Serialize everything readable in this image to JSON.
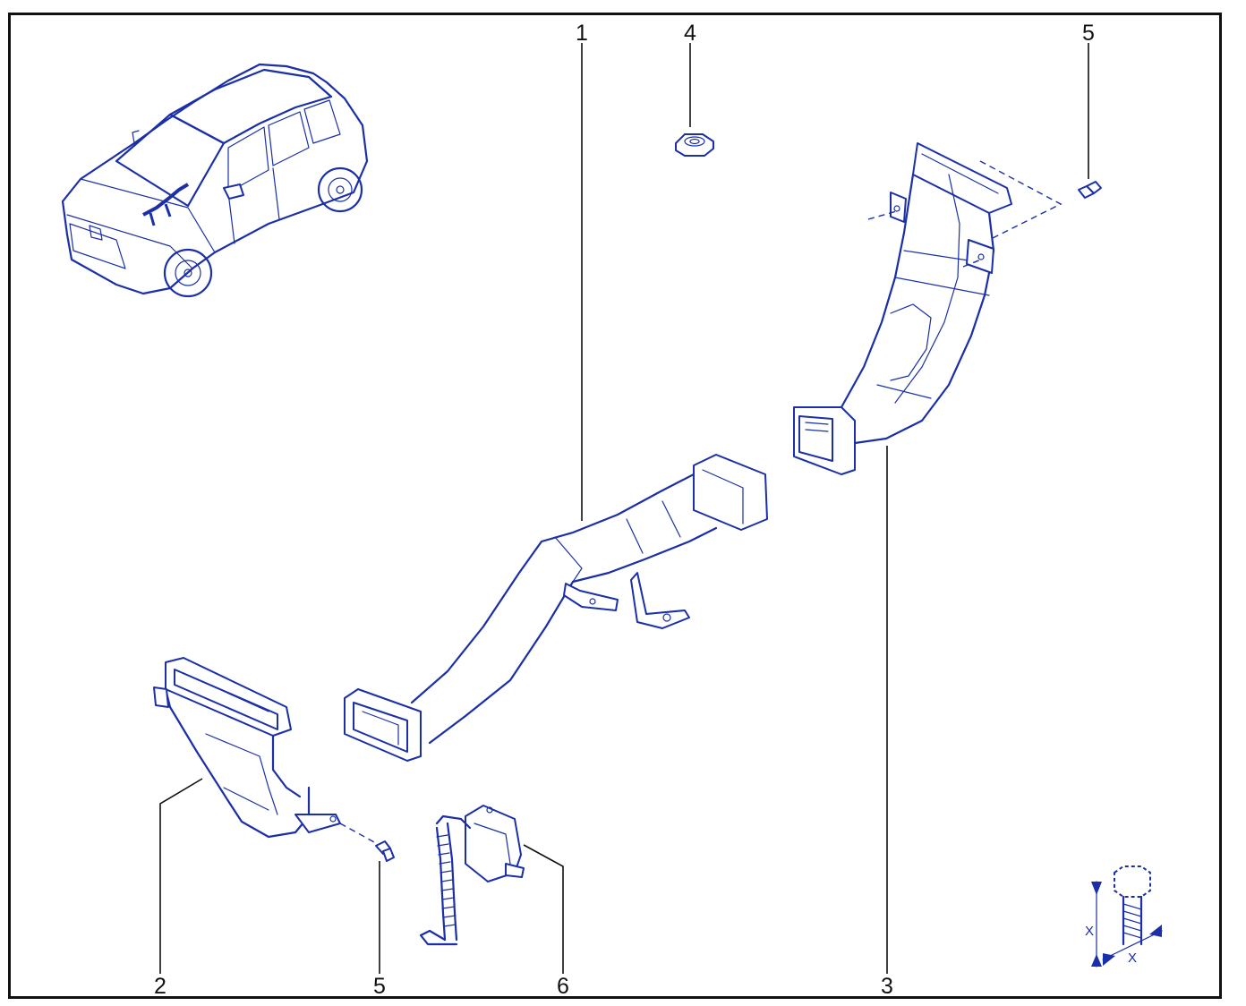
{
  "diagram": {
    "callouts": [
      {
        "id": "callout-1",
        "label": "1"
      },
      {
        "id": "callout-4",
        "label": "4"
      },
      {
        "id": "callout-5-top",
        "label": "5"
      },
      {
        "id": "callout-2",
        "label": "2"
      },
      {
        "id": "callout-5-bottom",
        "label": "5"
      },
      {
        "id": "callout-6",
        "label": "6"
      },
      {
        "id": "callout-3",
        "label": "3"
      }
    ],
    "torque_symbol": {
      "label_left": "X",
      "label_bottom": "X"
    },
    "colors": {
      "line_art": "#1a2fa8",
      "labels": "#111111",
      "frame": "#111111"
    },
    "icons": [
      "vehicle-location-icon",
      "torque-specification-icon"
    ]
  }
}
